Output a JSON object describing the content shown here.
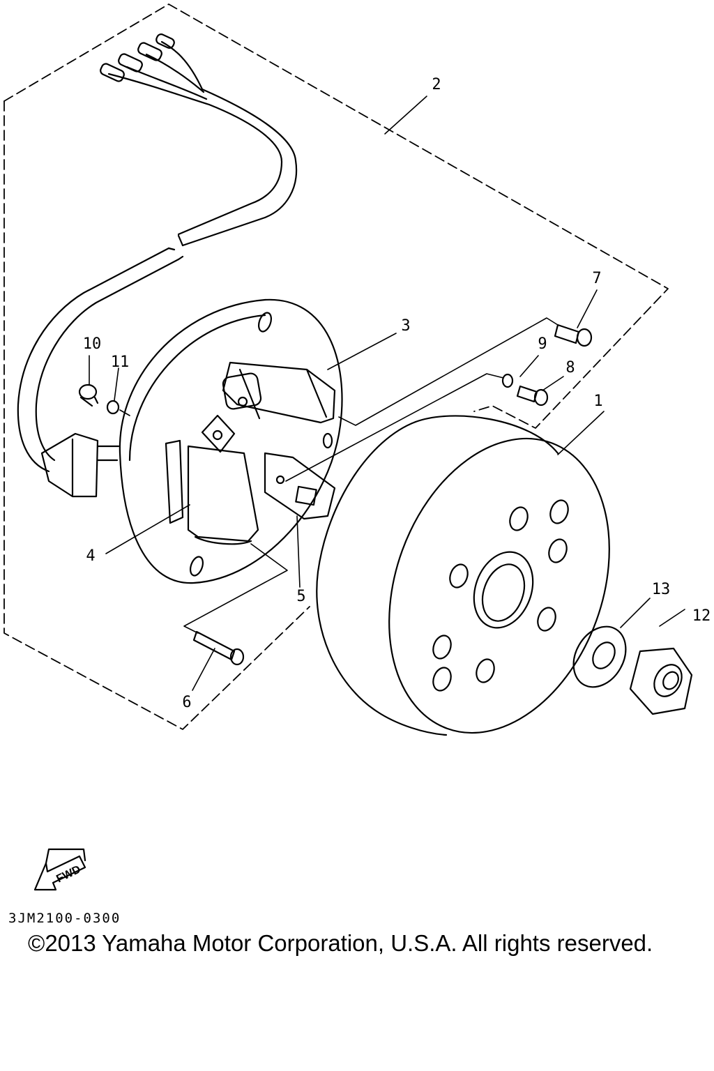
{
  "diagram": {
    "callouts": [
      {
        "id": "1",
        "text": "1"
      },
      {
        "id": "2",
        "text": "2"
      },
      {
        "id": "3",
        "text": "3"
      },
      {
        "id": "4",
        "text": "4"
      },
      {
        "id": "5",
        "text": "5"
      },
      {
        "id": "6",
        "text": "6"
      },
      {
        "id": "7",
        "text": "7"
      },
      {
        "id": "8",
        "text": "8"
      },
      {
        "id": "9",
        "text": "9"
      },
      {
        "id": "10",
        "text": "10"
      },
      {
        "id": "11",
        "text": "11"
      },
      {
        "id": "12",
        "text": "12"
      },
      {
        "id": "13",
        "text": "13"
      }
    ],
    "fwd_label": "FWD",
    "drawing_code": "3JM2100-0300",
    "copyright": "©2013 Yamaha Motor Corporation, U.S.A. All rights reserved."
  }
}
